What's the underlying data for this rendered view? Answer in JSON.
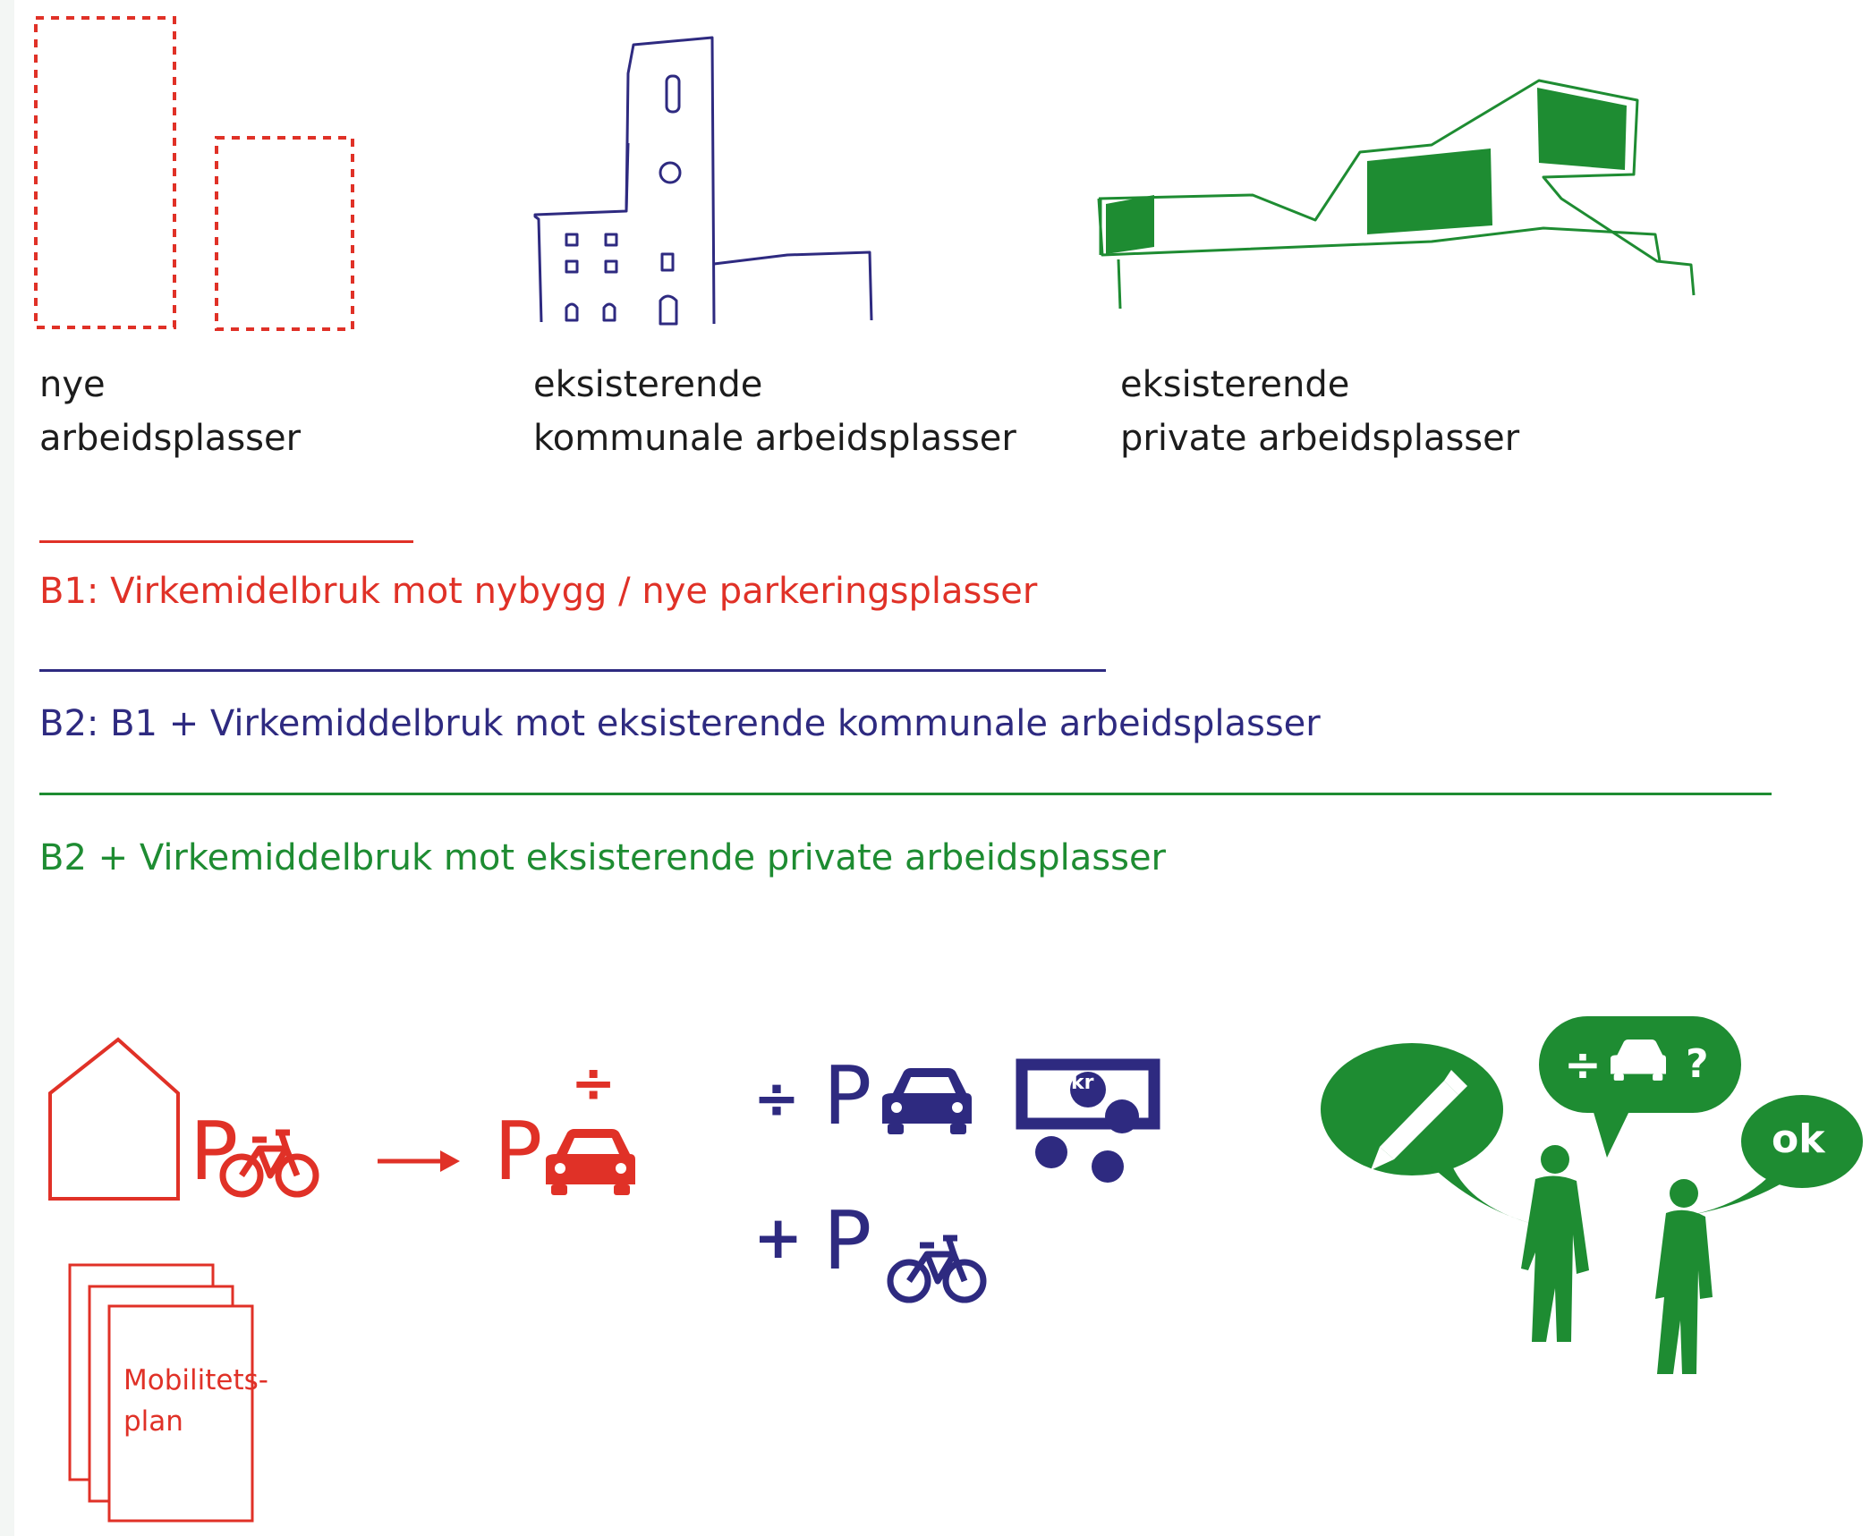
{
  "colors": {
    "red": "#e03127",
    "blue": "#2e2a80",
    "green": "#1e8c32",
    "text": "#1c1c1c"
  },
  "categories": [
    {
      "line1": "nye",
      "line2": "arbeidsplasser"
    },
    {
      "line1": "eksisterende",
      "line2": "kommunale arbeidsplasser"
    },
    {
      "line1": "eksisterende",
      "line2": "private arbeidsplasser"
    }
  ],
  "bands": {
    "b1": "B1: Virkemidelbruk mot nybygg / nye parkeringsplasser",
    "b2": "B2: B1 + Virkemiddelbruk mot eksisterende kommunale arbeidsplasser",
    "b3": "B2 + Virkemiddelbruk mot eksisterende private arbeidsplasser"
  },
  "icons": {
    "p_letter": "P",
    "minus_sign": "÷",
    "plus_sign": "+",
    "kr_label": "kr",
    "question_mark": "?",
    "ok_label": "ok",
    "doc_line1": "Mobilitets-",
    "doc_line2": "plan"
  }
}
